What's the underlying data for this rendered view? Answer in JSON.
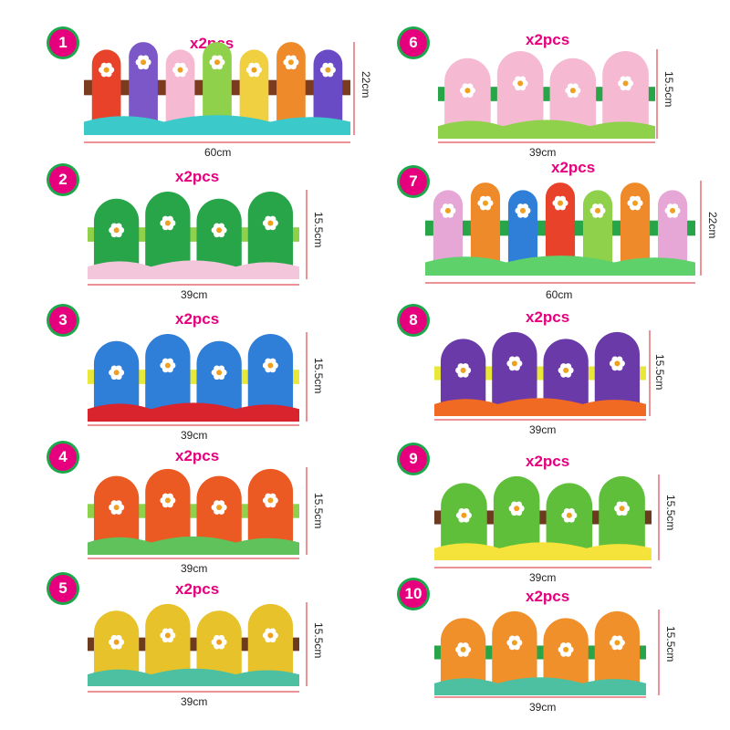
{
  "products": [
    {
      "number": "1",
      "quantity": "x2pcs",
      "width": "60cm",
      "height": "22cm",
      "colors": {
        "band": "#7a3b1e",
        "ground": "#3cc9c9",
        "planks": [
          "#e8422a",
          "#7b57c8",
          "#f5b9d2",
          "#8fd14b",
          "#f0d040",
          "#ef8a2a",
          "#6a4bc6"
        ]
      }
    },
    {
      "number": "2",
      "quantity": "x2pcs",
      "width": "39cm",
      "height": "15.5cm",
      "colors": {
        "band": "#8fd14b",
        "ground": "#f3c6dc",
        "planks": [
          "#27a548",
          "#27a548",
          "#27a548",
          "#27a548"
        ]
      }
    },
    {
      "number": "3",
      "quantity": "x2pcs",
      "width": "39cm",
      "height": "15.5cm",
      "colors": {
        "band": "#e8e83a",
        "ground": "#d9232d",
        "planks": [
          "#2f7ed8",
          "#2f7ed8",
          "#2f7ed8",
          "#2f7ed8"
        ]
      }
    },
    {
      "number": "4",
      "quantity": "x2pcs",
      "width": "39cm",
      "height": "15.5cm",
      "colors": {
        "band": "#8fd14b",
        "ground": "#5fc25a",
        "planks": [
          "#ec5a24",
          "#ec5a24",
          "#ec5a24",
          "#ec5a24"
        ]
      }
    },
    {
      "number": "5",
      "quantity": "x2pcs",
      "width": "39cm",
      "height": "15.5cm",
      "colors": {
        "band": "#6b3a1f",
        "ground": "#4cc0a0",
        "planks": [
          "#e7c22a",
          "#e7c22a",
          "#e7c22a",
          "#e7c22a"
        ]
      }
    },
    {
      "number": "6",
      "quantity": "x2pcs",
      "width": "39cm",
      "height": "15.5cm",
      "colors": {
        "band": "#27a548",
        "ground": "#8fd14b",
        "planks": [
          "#f5b9d2",
          "#f5b9d2",
          "#f5b9d2",
          "#f5b9d2"
        ]
      }
    },
    {
      "number": "7",
      "quantity": "x2pcs",
      "width": "60cm",
      "height": "22cm",
      "colors": {
        "band": "#27a548",
        "ground": "#5fd16a",
        "planks": [
          "#e6a6d6",
          "#ef8a2a",
          "#2f7ed8",
          "#e8422a",
          "#8fd14b",
          "#ef8a2a",
          "#e6a6d6"
        ]
      }
    },
    {
      "number": "8",
      "quantity": "x2pcs",
      "width": "39cm",
      "height": "15.5cm",
      "colors": {
        "band": "#e8e83a",
        "ground": "#f06a24",
        "planks": [
          "#6a3aa8",
          "#6a3aa8",
          "#6a3aa8",
          "#6a3aa8"
        ]
      }
    },
    {
      "number": "9",
      "quantity": "x2pcs",
      "width": "39cm",
      "height": "15.5cm",
      "colors": {
        "band": "#6b3a1f",
        "ground": "#f5e23a",
        "planks": [
          "#5fbf3a",
          "#5fbf3a",
          "#5fbf3a",
          "#5fbf3a"
        ]
      }
    },
    {
      "number": "10",
      "quantity": "x2pcs",
      "width": "39cm",
      "height": "15.5cm",
      "colors": {
        "band": "#27a548",
        "ground": "#4cc0a0",
        "planks": [
          "#f0902a",
          "#f0902a",
          "#f0902a",
          "#f0902a"
        ]
      }
    }
  ]
}
